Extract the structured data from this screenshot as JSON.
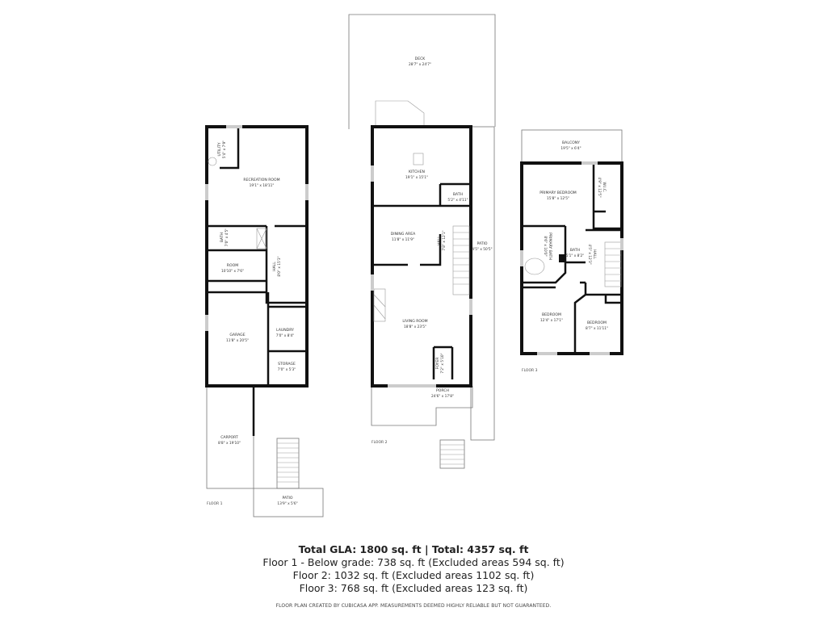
{
  "floors": [
    {
      "label": "FLOOR 1",
      "rooms": [
        {
          "name": "UTILITY",
          "dim": "5'4\" x 7'9\""
        },
        {
          "name": "RECREATION ROOM",
          "dim": "19'1\" x 18'11\""
        },
        {
          "name": "BATH",
          "dim": "7'0\" x 4'5\""
        },
        {
          "name": "ROOM",
          "dim": "10'10\" x 7'6\""
        },
        {
          "name": "HALL",
          "dim": "8'0\" x 15'3\""
        },
        {
          "name": "GARAGE",
          "dim": "11'8\" x 20'5\""
        },
        {
          "name": "LAUNDRY",
          "dim": "7'0\" x 8'4\""
        },
        {
          "name": "STORAGE",
          "dim": "7'0\" x 5'3\""
        },
        {
          "name": "CARPORT",
          "dim": "8'8\" x 19'10\""
        },
        {
          "name": "PATIO",
          "dim": "13'9\" x 5'6\""
        }
      ]
    },
    {
      "label": "FLOOR 2",
      "rooms": [
        {
          "name": "DECK",
          "dim": "28'7\" x 24'7\""
        },
        {
          "name": "KITCHEN",
          "dim": "19'1\" x 15'1\""
        },
        {
          "name": "BATH",
          "dim": "5'2\" x 4'11\""
        },
        {
          "name": "DINING AREA",
          "dim": "11'8\" x 11'9\""
        },
        {
          "name": "HALL",
          "dim": "7'8\" x 12'1\""
        },
        {
          "name": "PATIO",
          "dim": "4'5\" x 50'5\""
        },
        {
          "name": "LIVING ROOM",
          "dim": "18'8\" x 23'5\""
        },
        {
          "name": "FOYER",
          "dim": "7'2\" x 5'10\""
        },
        {
          "name": "PORCH",
          "dim": "24'6\" x 17'8\""
        }
      ]
    },
    {
      "label": "FLOOR 3",
      "rooms": [
        {
          "name": "BALCONY",
          "dim": "19'5\" x 6'4\""
        },
        {
          "name": "PRIMARY BEDROOM",
          "dim": "15'8\" x 12'5\""
        },
        {
          "name": "W.I.C.",
          "dim": "4'9\" x 12'5\""
        },
        {
          "name": "PRIMARY BATH",
          "dim": "8'6\" x 10'0\""
        },
        {
          "name": "BATH",
          "dim": "5'1\" x 8'2\""
        },
        {
          "name": "HALL",
          "dim": "4'5\" x 12'3\""
        },
        {
          "name": "BEDROOM",
          "dim": "12'4\" x 17'1\""
        },
        {
          "name": "BEDROOM",
          "dim": "8'7\" x 11'11\""
        }
      ]
    }
  ],
  "summary": {
    "total": "Total GLA: 1800 sq. ft | Total: 4357 sq. ft",
    "floor1": "Floor 1 - Below grade: 738 sq. ft (Excluded areas 594 sq. ft)",
    "floor2": "Floor 2: 1032 sq. ft (Excluded areas 1102 sq. ft)",
    "floor3": "Floor 3: 768 sq. ft (Excluded areas 123 sq. ft)",
    "disclaimer": "FLOOR PLAN CREATED BY CUBICASA APP. MEASUREMENTS DEEMED HIGHLY RELIABLE BUT NOT GUARANTEED."
  }
}
